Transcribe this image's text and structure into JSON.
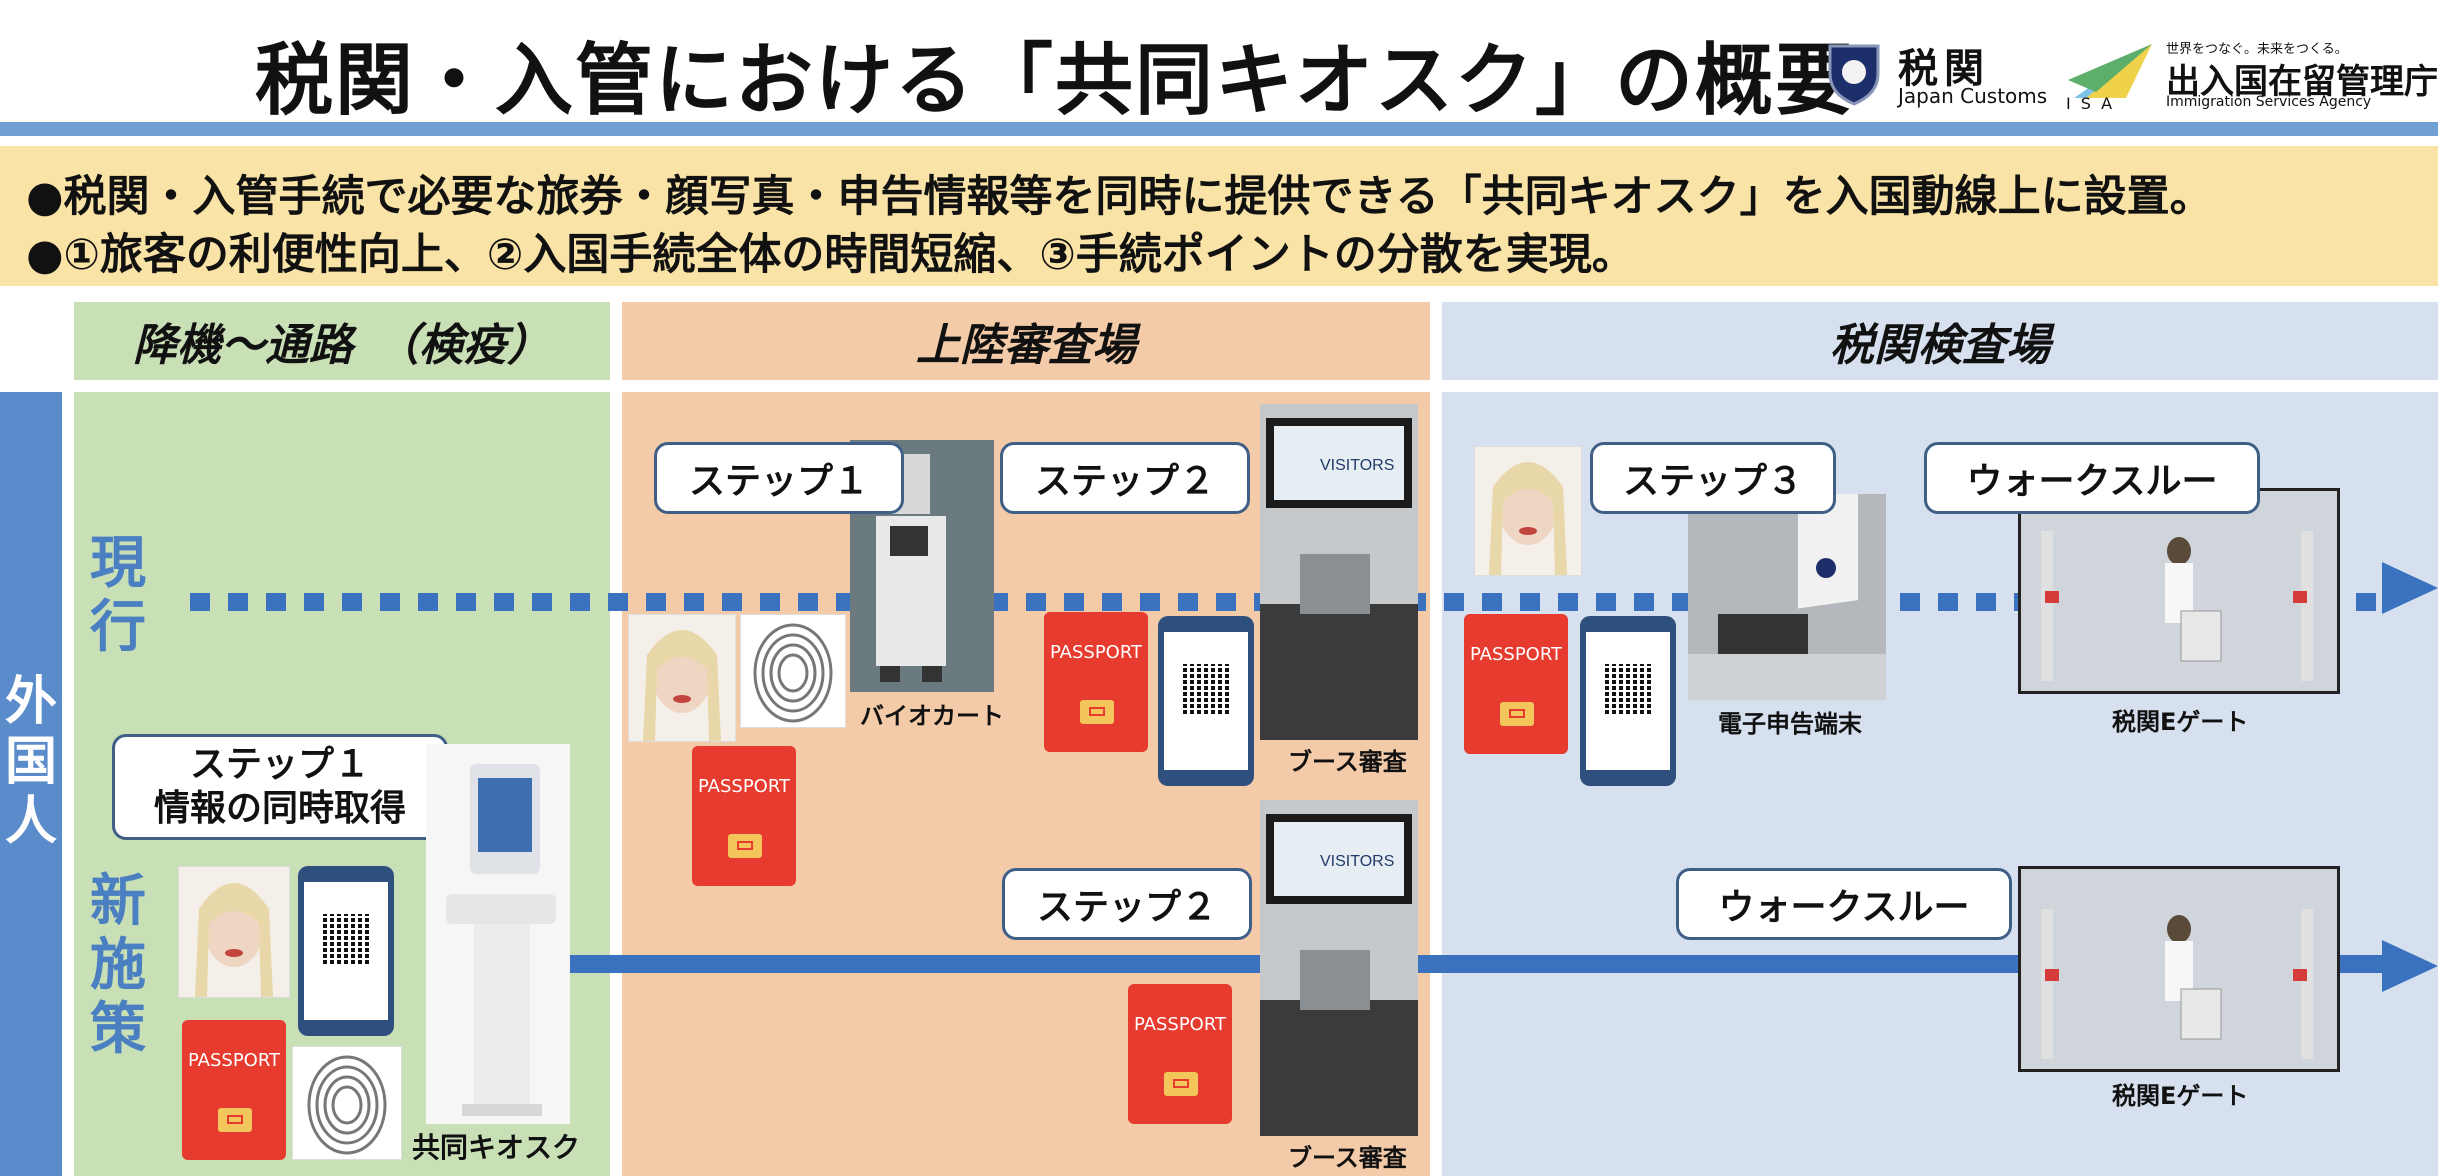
{
  "title": "税関・入管における「共同キオスク」の概要",
  "logos": {
    "customs_jp": "税関",
    "customs_en": "Japan Customs",
    "isa_tagline": "世界をつなぐ。未来をつくる。",
    "isa_jp": "出入国在留管理庁",
    "isa_abbr": "ISA",
    "isa_en": "Immigration Services Agency"
  },
  "banner": [
    "●税関・入管手続で必要な旅券・顔写真・申告情報等を同時に提供できる「共同キオスク」を入国動線上に設置。",
    "●①旅客の利便性向上、②入国手続全体の時間短縮、③手続ポイントの分散を実現。"
  ],
  "zones": [
    "降機～通路　（検疫）",
    "上陸審査場",
    "税関検査場"
  ],
  "sidebar_label": "外国人",
  "rows": {
    "current": "現行",
    "new": "新施策"
  },
  "callouts": {
    "cur_step1": "ステップ１",
    "cur_step2": "ステップ２",
    "cur_step3": "ステップ３",
    "cur_walk": "ウォークスルー",
    "new_step1_a": "ステップ１",
    "new_step1_b": "情報の同時取得",
    "new_step2": "ステップ２",
    "new_walk": "ウォークスルー"
  },
  "captions": {
    "biocart": "バイオカート",
    "booth1": "ブース審査",
    "booth2": "ブース審査",
    "terminal": "電子申告端末",
    "egate1": "税関Eゲート",
    "egate2": "税関Eゲート",
    "kiosk": "共同キオスク"
  },
  "passport_label": "PASSPORT",
  "screen_visitors": "VISITORS",
  "colors": {
    "zone1": "#c9dfb6",
    "zone2": "#f3cba9",
    "zone3": "#d6e0ee",
    "flow": "#3a72c0",
    "accent_bar": "#6f9fd3",
    "banner": "#fae3a6"
  }
}
